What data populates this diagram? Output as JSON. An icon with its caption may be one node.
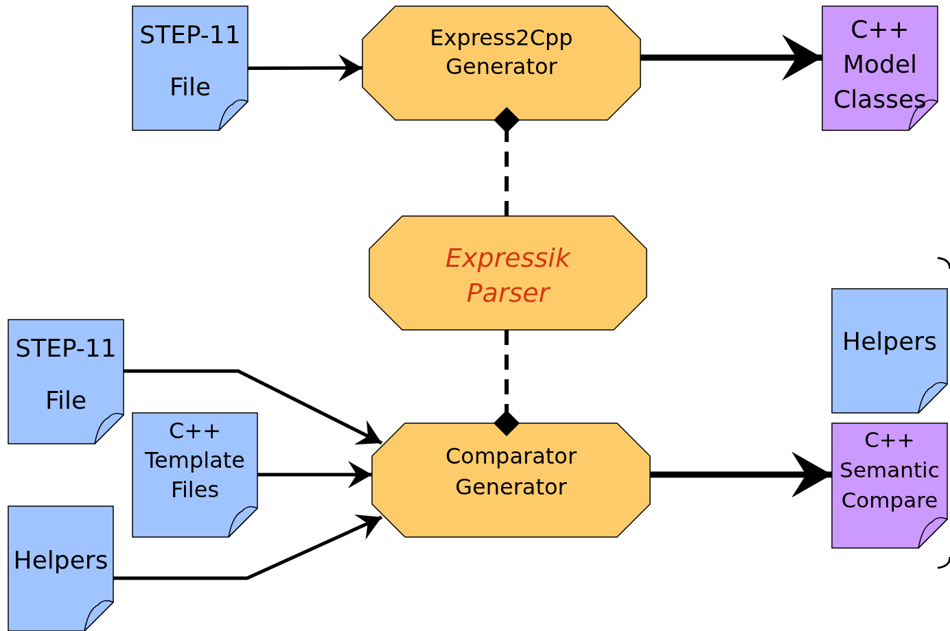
{
  "diagram": {
    "nodes": [
      {
        "text": [
          "STEP-11 File"
        ]
      },
      {
        "text": [
          "Express2Cpp Generator"
        ]
      },
      {
        "text": [
          "C++ Model Classes"
        ]
      },
      {
        "text": [
          "Expressik Parser"
        ]
      },
      {
        "text": [
          "Helpers"
        ]
      },
      {
        "text": [
          "STEP-11 File"
        ]
      },
      {
        "text": [
          "C++ Template Files"
        ]
      },
      {
        "text": [
          "Comparator Generator"
        ]
      },
      {
        "text": [
          "Helpers"
        ]
      },
      {
        "text": [
          "C++ Semantic Compare"
        ]
      }
    ],
    "edges": [
      {
        "from": 0,
        "to": 1,
        "arrow": "to"
      },
      {
        "from": 1,
        "to": 2,
        "arrow": "to",
        "style": "thick"
      },
      {
        "from": 3,
        "to": 1,
        "arrow": "other",
        "style": "dashed"
      },
      {
        "from": 3,
        "to": 7,
        "arrow": "other",
        "style": "dashed"
      },
      {
        "from": 5,
        "to": 7,
        "arrow": "to"
      },
      {
        "from": 6,
        "to": 7,
        "arrow": "to"
      },
      {
        "from": 8,
        "to": 7,
        "arrow": "to"
      },
      {
        "from": 7,
        "to": 9,
        "arrow": "to",
        "style": "thick"
      }
    ]
  }
}
